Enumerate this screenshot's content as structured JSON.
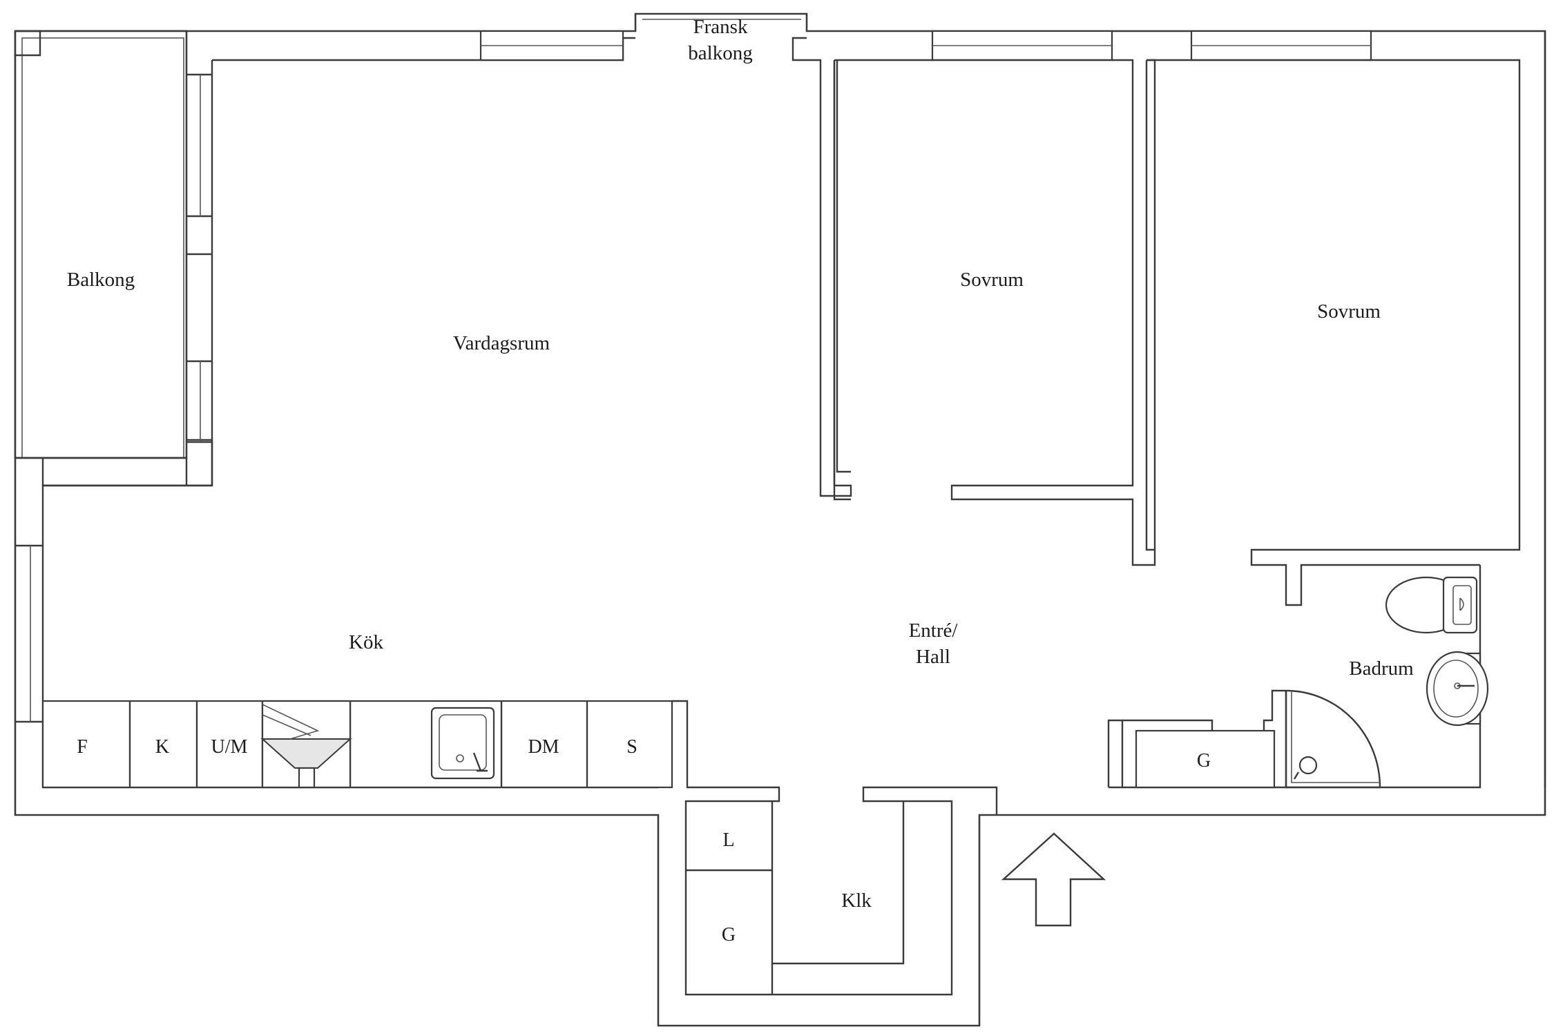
{
  "rooms": {
    "fransk_balkong_1": "Fransk",
    "fransk_balkong_2": "balkong",
    "balkong": "Balkong",
    "vardagsrum": "Vardagsrum",
    "sovrum_1": "Sovrum",
    "sovrum_2": "Sovrum",
    "kok": "Kök",
    "entre_1": "Entré/",
    "entre_2": "Hall",
    "badrum": "Badrum",
    "klk": "Klk"
  },
  "fixtures": {
    "f": "F",
    "k": "K",
    "um": "U/M",
    "dm": "DM",
    "s": "S",
    "g_hall": "G",
    "l": "L",
    "g_klk": "G"
  },
  "icons": {
    "entrance": "entrance-arrow-icon",
    "stove": "stove-icon",
    "sink": "kitchen-sink-icon",
    "toilet": "toilet-icon",
    "washbasin": "washbasin-icon",
    "shower": "shower-icon"
  }
}
